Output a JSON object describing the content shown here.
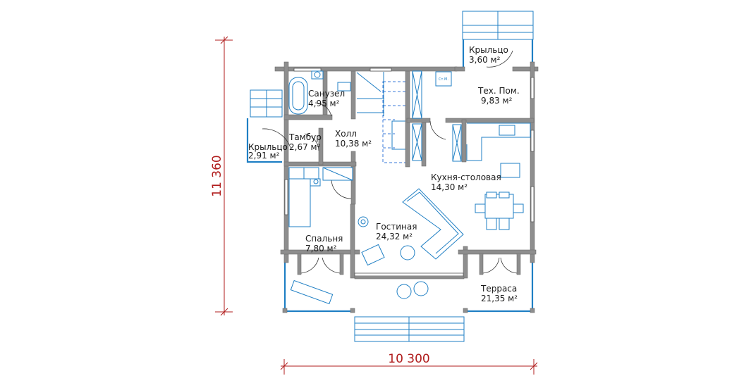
{
  "rooms": [
    {
      "id": "porch-top",
      "name": "Крыльцо",
      "area": "3,60 м²"
    },
    {
      "id": "bathroom",
      "name": "Санузел",
      "area": "4,95 м²"
    },
    {
      "id": "utility",
      "name": "Тех. Пом.",
      "area": "9,83 м²"
    },
    {
      "id": "hall",
      "name": "Холл",
      "area": "10,38 м²"
    },
    {
      "id": "vestibule",
      "name": "Тамбур",
      "area": "2,67 м²"
    },
    {
      "id": "porch-left",
      "name": "Крыльцо",
      "area": "2,91 м²"
    },
    {
      "id": "kitchen-dining",
      "name": "Кухня-столовая",
      "area": "14,30 м²"
    },
    {
      "id": "living",
      "name": "Гостиная",
      "area": "24,32 м²"
    },
    {
      "id": "bedroom",
      "name": "Спальня",
      "area": "7,80 м²"
    },
    {
      "id": "terrace",
      "name": "Терраса",
      "area": "21,35 м²"
    }
  ],
  "fixtures": {
    "boiler_label": "Ст.М."
  },
  "dimensions": {
    "height": "11 360",
    "width": "10 300"
  },
  "colors": {
    "walls": "#8e8e8e",
    "furniture": "#1f7fc4",
    "dimension": "#b01c1c"
  }
}
